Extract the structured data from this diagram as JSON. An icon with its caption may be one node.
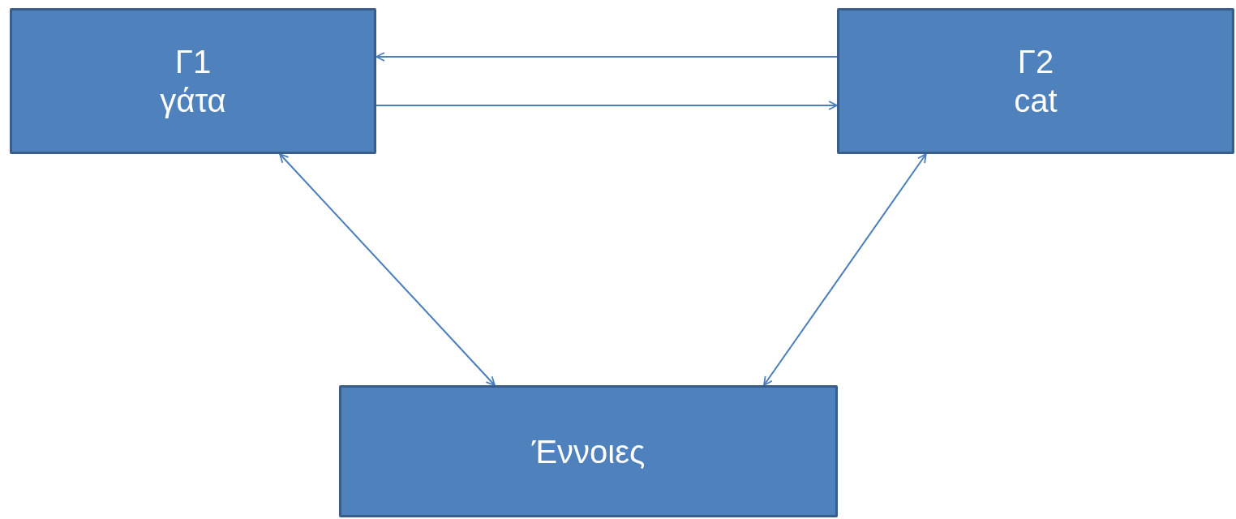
{
  "diagram": {
    "nodes": [
      {
        "text": [
          "Γ1",
          "γάτα"
        ]
      },
      {
        "text": [
          "Γ2",
          "cat"
        ]
      },
      {
        "text": [
          "Έννοιες"
        ]
      }
    ],
    "edges": [
      {
        "from": 1,
        "to": 0,
        "arrow": "to"
      },
      {
        "from": 0,
        "to": 1,
        "arrow": "to"
      },
      {
        "from": 0,
        "to": 2,
        "arrow": "both"
      },
      {
        "from": 1,
        "to": 2,
        "arrow": "both"
      }
    ]
  }
}
